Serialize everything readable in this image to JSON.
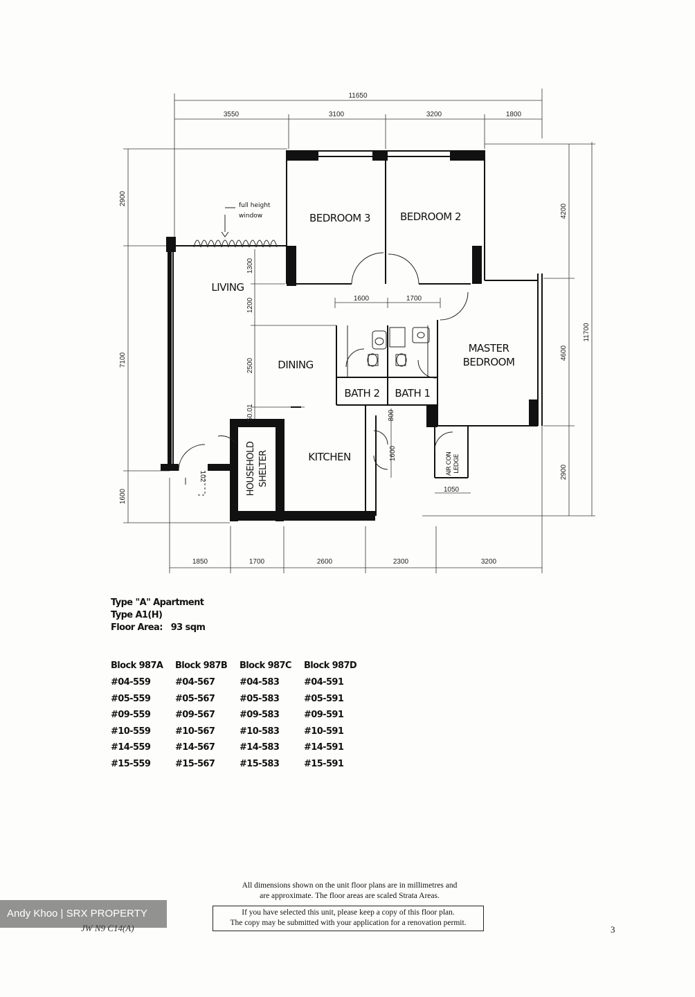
{
  "dims": {
    "top_total": "11650",
    "top": [
      "3550",
      "3100",
      "3200",
      "1800"
    ],
    "bottom": [
      "1850",
      "1700",
      "2600",
      "2300",
      "3200"
    ],
    "left": [
      "2900",
      "7100",
      "1600"
    ],
    "right_outer": "11700",
    "right": [
      "4200",
      "4600",
      "2900"
    ],
    "inner_living": [
      "1300",
      "1200",
      "2500",
      "50.01"
    ],
    "inner_bath": [
      "1600",
      "1700"
    ],
    "inner_misc": [
      "800",
      "1600",
      "1050",
      "102"
    ]
  },
  "rooms": {
    "bedroom3": "BEDROOM 3",
    "bedroom2": "BEDROOM 2",
    "living": "LIVING",
    "dining": "DINING",
    "master_l1": "MASTER",
    "master_l2": "BEDROOM",
    "bath2": "BATH 2",
    "bath1": "BATH 1",
    "kitchen": "KITCHEN",
    "shelter_l1": "HOUSEHOLD",
    "shelter_l2": "SHELTER",
    "aircon_l1": "AIR CON",
    "aircon_l2": "LEDGE"
  },
  "window_note_l1": "full height",
  "window_note_l2": "window",
  "info": {
    "type": "Type \"A\" Apartment",
    "subtype": "Type A1(H)",
    "area_label": "Floor Area:",
    "area_value": "93 sqm"
  },
  "blocks": [
    {
      "name": "Block 987A",
      "units": [
        "#04-559",
        "#05-559",
        "#09-559",
        "#10-559",
        "#14-559",
        "#15-559"
      ]
    },
    {
      "name": "Block 987B",
      "units": [
        "#04-567",
        "#05-567",
        "#09-567",
        "#10-567",
        "#14-567",
        "#15-567"
      ]
    },
    {
      "name": "Block 987C",
      "units": [
        "#04-583",
        "#05-583",
        "#09-583",
        "#10-583",
        "#14-583",
        "#15-583"
      ]
    },
    {
      "name": "Block 987D",
      "units": [
        "#04-591",
        "#05-591",
        "#09-591",
        "#10-591",
        "#14-591",
        "#15-591"
      ]
    }
  ],
  "footnote_l1": "All dimensions shown on the unit floor plans are in millimetres and",
  "footnote_l2": "are approximate.  The floor areas are scaled Strata Areas.",
  "box_l1": "If you have selected this unit, please keep a copy of this floor plan.",
  "box_l2": "The copy may be submitted with your application for a renovation permit.",
  "watermark": "Andy Khoo | SRX PROPERTY",
  "ref": "JW N9 C14(A)",
  "page": "3"
}
